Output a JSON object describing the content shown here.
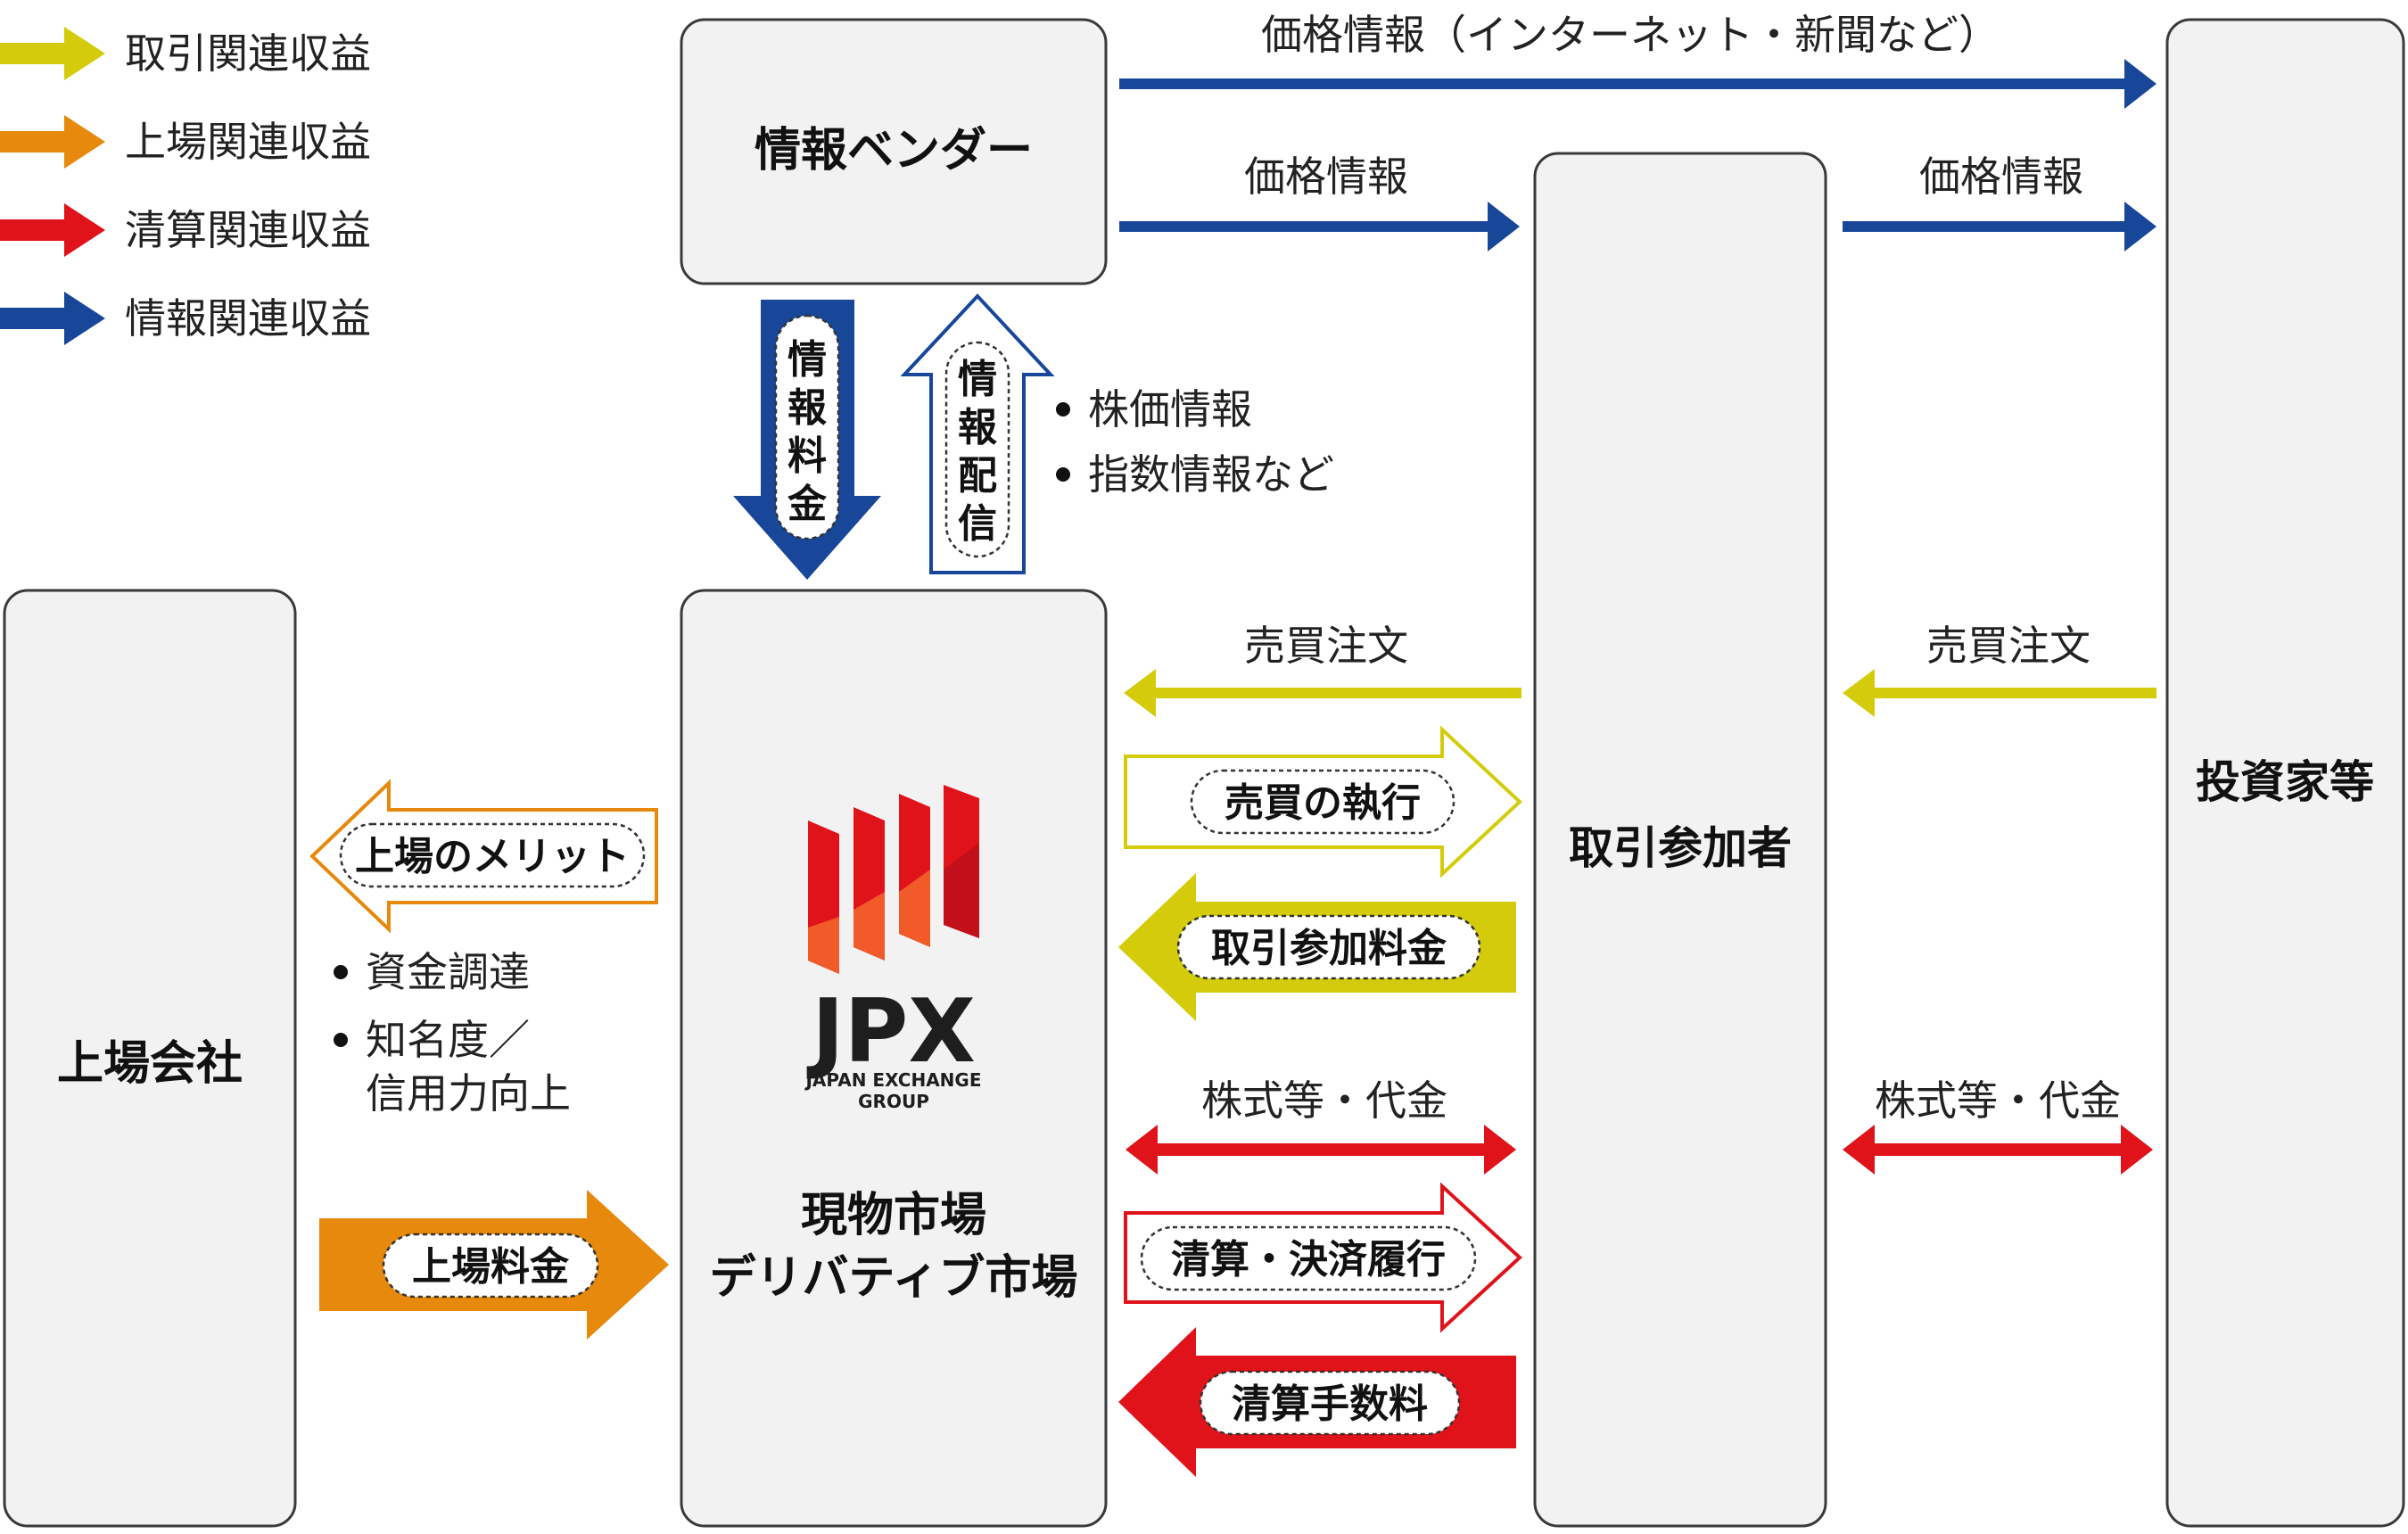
{
  "colors": {
    "trading": "#D4CC0B",
    "listing": "#E6890C",
    "clearing": "#E0131B",
    "info": "#18479A",
    "box_fill": "#F2F2F2",
    "box_stroke": "#3A3A3A",
    "jpx_dark": "#1E1E1E"
  },
  "legend": [
    {
      "label": "取引関連収益",
      "color_key": "trading"
    },
    {
      "label": "上場関連収益",
      "color_key": "listing"
    },
    {
      "label": "清算関連収益",
      "color_key": "clearing"
    },
    {
      "label": "情報関連収益",
      "color_key": "info"
    }
  ],
  "boxes": {
    "vendor": "情報ベンダー",
    "listed_company": "上場会社",
    "market_line1": "現物市場",
    "market_line2": "デリバティブ市場",
    "participants": "取引参加者",
    "investors": "投資家等"
  },
  "logo": {
    "mark": "JPX",
    "sub_line1": "JAPAN EXCHANGE",
    "sub_line2": "GROUP"
  },
  "vertical_flows": {
    "info_fee": [
      "情",
      "報",
      "料",
      "金"
    ],
    "info_distribution": [
      "情",
      "報",
      "配",
      "信"
    ]
  },
  "notes": {
    "info_items": [
      "株価情報",
      "指数情報など"
    ],
    "listing_benefits": [
      "資金調達",
      "知名度／",
      "信用力向上"
    ]
  },
  "flows": {
    "price_info_internet": "価格情報（インターネット・新聞など）",
    "price_info_to_participants": "価格情報",
    "price_info_to_investors": "価格情報",
    "order_to_market": "売買注文",
    "order_from_investors": "売買注文",
    "execution": "売買の執行",
    "participation_fee": "取引参加料金",
    "settlement_market": "株式等・代金",
    "settlement_investors": "株式等・代金",
    "clearing_settlement": "清算・決済履行",
    "clearing_fee": "清算手数料",
    "listing_merit": "上場のメリット",
    "listing_fee": "上場料金"
  }
}
